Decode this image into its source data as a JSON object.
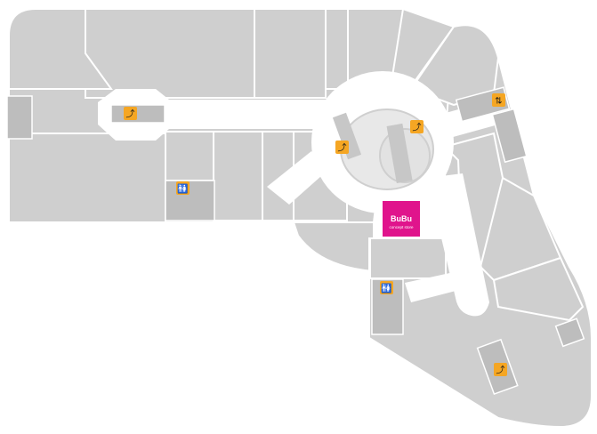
{
  "map": {
    "colors": {
      "store": "#cfcfcf",
      "walkway": "#ffffff",
      "service": "#bdbdbd",
      "icon_badge": "#f5a623",
      "icon_glyph": "#1a1a1a",
      "highlight_store": "#e0148c"
    },
    "highlighted_store": {
      "logo_text": "BuBu",
      "logo_subtext": "concept store",
      "icon": "brand-logo"
    },
    "icons": [
      {
        "type": "escalator-icon",
        "glyph": "⤴"
      },
      {
        "type": "escalator-icon",
        "glyph": "⤴"
      },
      {
        "type": "escalator-icon",
        "glyph": "⤴"
      },
      {
        "type": "escalator-icon",
        "glyph": "⤴"
      },
      {
        "type": "elevator-icon",
        "glyph": "⇅"
      },
      {
        "type": "restroom-icon",
        "glyph": "🚻"
      },
      {
        "type": "restroom-icon",
        "glyph": "🚻"
      }
    ]
  }
}
